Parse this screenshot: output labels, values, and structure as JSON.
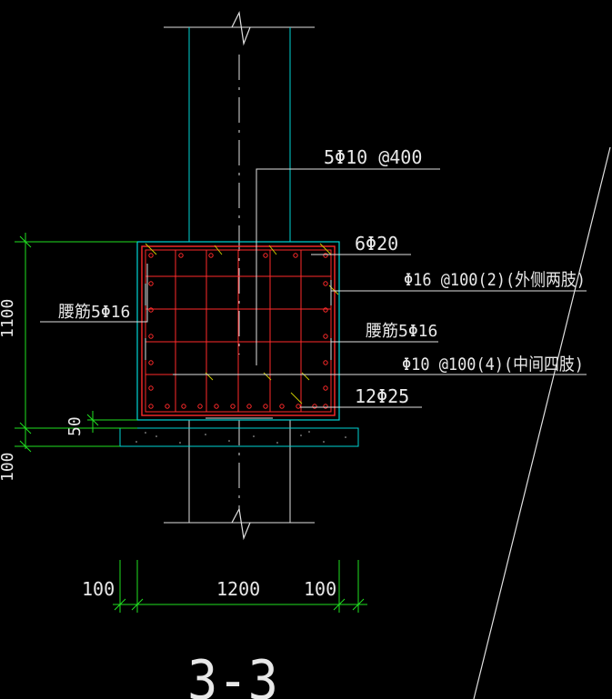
{
  "drawing": {
    "section_title": "3-3",
    "labels": {
      "stirrup_top": "5Φ10 @400",
      "top_bars": "6Φ20",
      "outer_stirrup": "Φ16 @100(2)(外侧两肢)",
      "waist_left": "腰筋5Φ16",
      "waist_right": "腰筋5Φ16",
      "inner_stirrup": "Φ10 @100(4)(中间四肢)",
      "bottom_bars": "12Φ25"
    },
    "dimensions": {
      "height_main": "1100",
      "cover": "50",
      "pad": "100",
      "width_left": "100",
      "width_main": "1200",
      "width_right": "100"
    },
    "colors": {
      "background": "#000000",
      "outline": "#00d4d4",
      "rebar": "#ff2a2a",
      "dimension": "#20e020",
      "text": "#e8e8e8",
      "tie": "#c8c800"
    }
  }
}
